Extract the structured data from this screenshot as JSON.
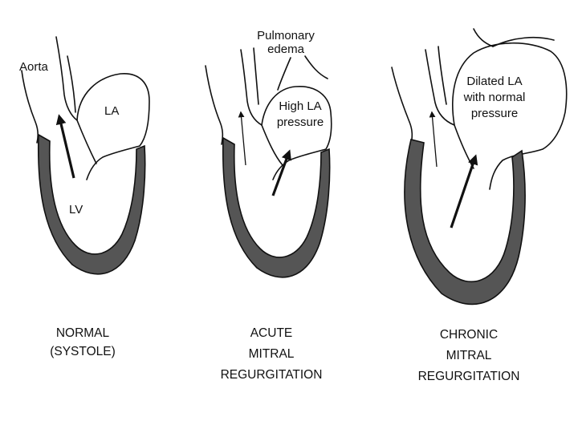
{
  "panels": [
    {
      "labels": {
        "aorta": "Aorta",
        "la": "LA",
        "lv": "LV"
      },
      "caption": [
        "NORMAL",
        "(SYSTOLE)"
      ]
    },
    {
      "labels": {
        "edema": [
          "Pulmonary",
          "edema"
        ],
        "la_pressure": [
          "High LA",
          "pressure"
        ]
      },
      "caption": [
        "ACUTE",
        "MITRAL",
        "REGURGITATION"
      ]
    },
    {
      "labels": {
        "la_pressure": [
          "Dilated LA",
          "with normal",
          "pressure"
        ]
      },
      "caption": [
        "CHRONIC",
        "MITRAL",
        "REGURGITATION"
      ]
    }
  ],
  "colors": {
    "wall": "#555555",
    "line": "#111111",
    "background": "#ffffff"
  }
}
